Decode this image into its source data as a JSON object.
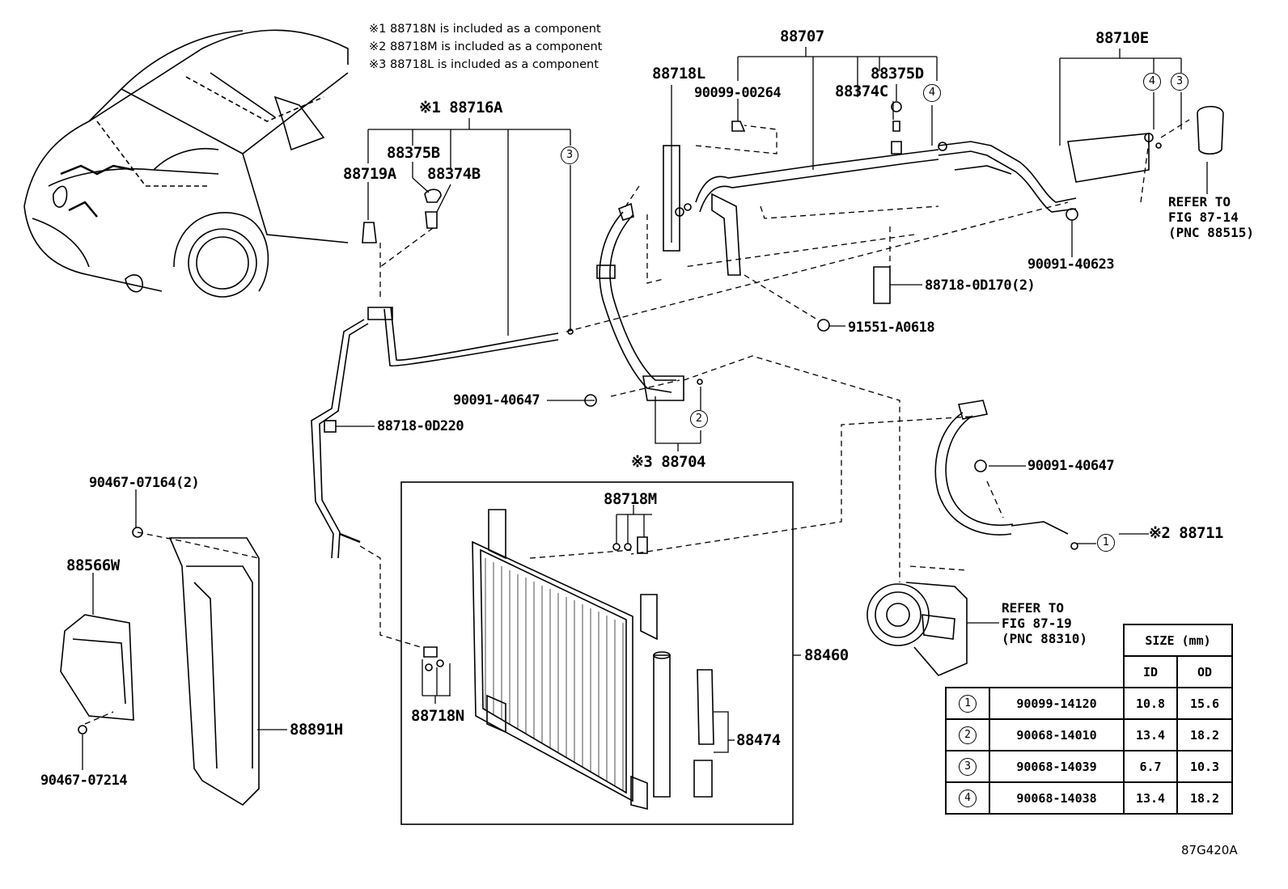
{
  "notes": [
    "※1 88718N is included as a component",
    "※2 88718M is included as a component",
    "※3 88718L is included as a component"
  ],
  "parts": {
    "p88707": "88707",
    "p88710E": "88710E",
    "p88718L": "88718L",
    "p88375D": "88375D",
    "p9009900264": "90099-00264",
    "p88374C": "88374C",
    "p88716A": "※1 88716A",
    "p88375B": "88375B",
    "p88719A": "88719A",
    "p88374B": "88374B",
    "p9009140623": "90091-40623",
    "p887180D170": "88718-0D170(2)",
    "p91551A0618": "91551-A0618",
    "p9009140647a": "90091-40647",
    "p887180D220": "88718-0D220",
    "p88704": "※3 88704",
    "p9046707164": "90467-07164(2)",
    "p88566W": "88566W",
    "p88718M": "88718M",
    "p9009140647b": "90091-40647",
    "p88711": "※2 88711",
    "p88460": "88460",
    "p88718N": "88718N",
    "p88891H": "88891H",
    "p88474": "88474",
    "p9046707214": "90467-07214"
  },
  "refs": {
    "fig8714": [
      "REFER TO",
      "FIG 87-14",
      "(PNC 88515)"
    ],
    "fig8719": [
      "REFER TO",
      "FIG 87-19",
      "(PNC 88310)"
    ]
  },
  "callouts": {
    "c3a": "3",
    "c4a": "4",
    "c4b": "4",
    "c3b": "3",
    "c2": "2",
    "c1": "1"
  },
  "size_table": {
    "header": "SIZE (mm)",
    "col_id": "ID",
    "col_od": "OD",
    "rows": [
      {
        "mark": "1",
        "part": "90099-14120",
        "id": "10.8",
        "od": "15.6"
      },
      {
        "mark": "2",
        "part": "90068-14010",
        "id": "13.4",
        "od": "18.2"
      },
      {
        "mark": "3",
        "part": "90068-14039",
        "id": "6.7",
        "od": "10.3"
      },
      {
        "mark": "4",
        "part": "90068-14038",
        "id": "13.4",
        "od": "18.2"
      }
    ]
  },
  "diagram_code": "87G420A"
}
